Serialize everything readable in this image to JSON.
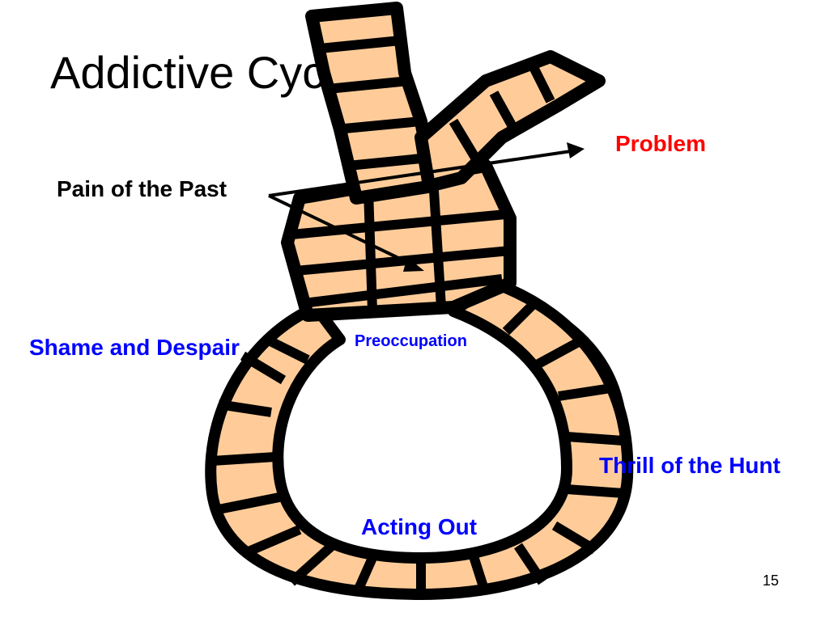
{
  "slide": {
    "title": "Addictive Cycle",
    "page_number": "15",
    "colors": {
      "rope": "#FFCC99",
      "outline": "#000000",
      "red_label": "#FF0000",
      "blue_label": "#0000FF"
    },
    "labels": {
      "problem": "Problem",
      "pain_of_the_past": "Pain of the Past",
      "shame_and_despair": "Shame and Despair",
      "preoccupation": "Preoccupation",
      "thrill_of_the_hunt": "Thrill of the Hunt",
      "acting_out": "Acting Out"
    },
    "clipart": "noose-rope-icon"
  }
}
